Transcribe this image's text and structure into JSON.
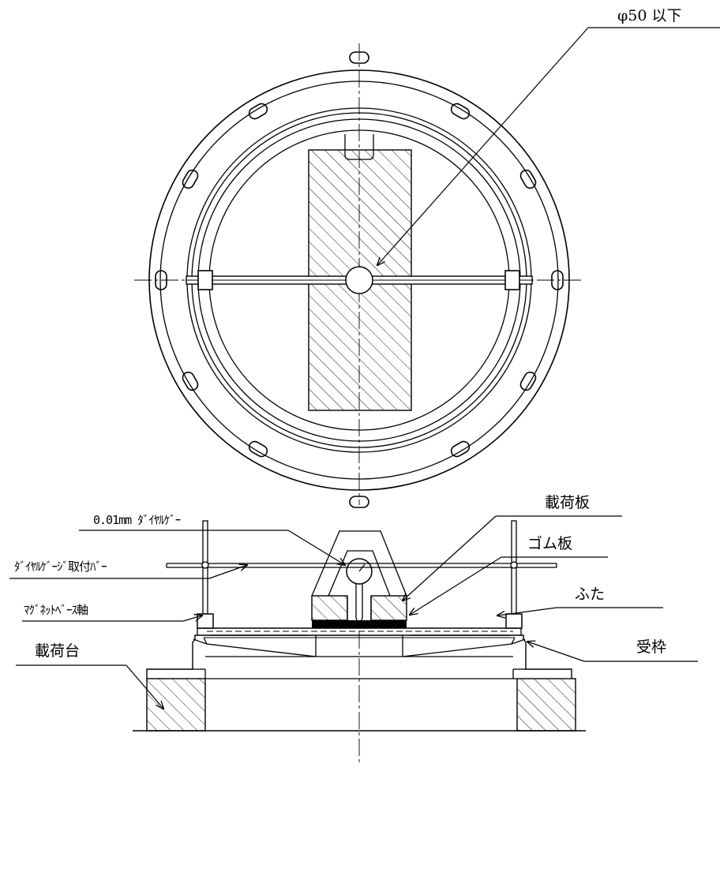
{
  "labels": {
    "hole_dia": "φ50 以下",
    "dial_gauge": "0.01mm ﾀﾞｲﾔﾙｹﾞｰ",
    "loading_plate": "載荷板",
    "rubber_plate": "ゴム板",
    "gauge_bar": "ﾀﾞｲﾔﾙｹﾞｰｼﾞ取付ﾊﾞｰ",
    "lid": "ふた",
    "magnet_base": "ﾏｸﾞﾈｯﾄﾍﾞｰｽ軸",
    "frame": "受枠",
    "loading_base": "載荷台"
  },
  "colors": {
    "line": "#000000",
    "background": "#ffffff"
  }
}
